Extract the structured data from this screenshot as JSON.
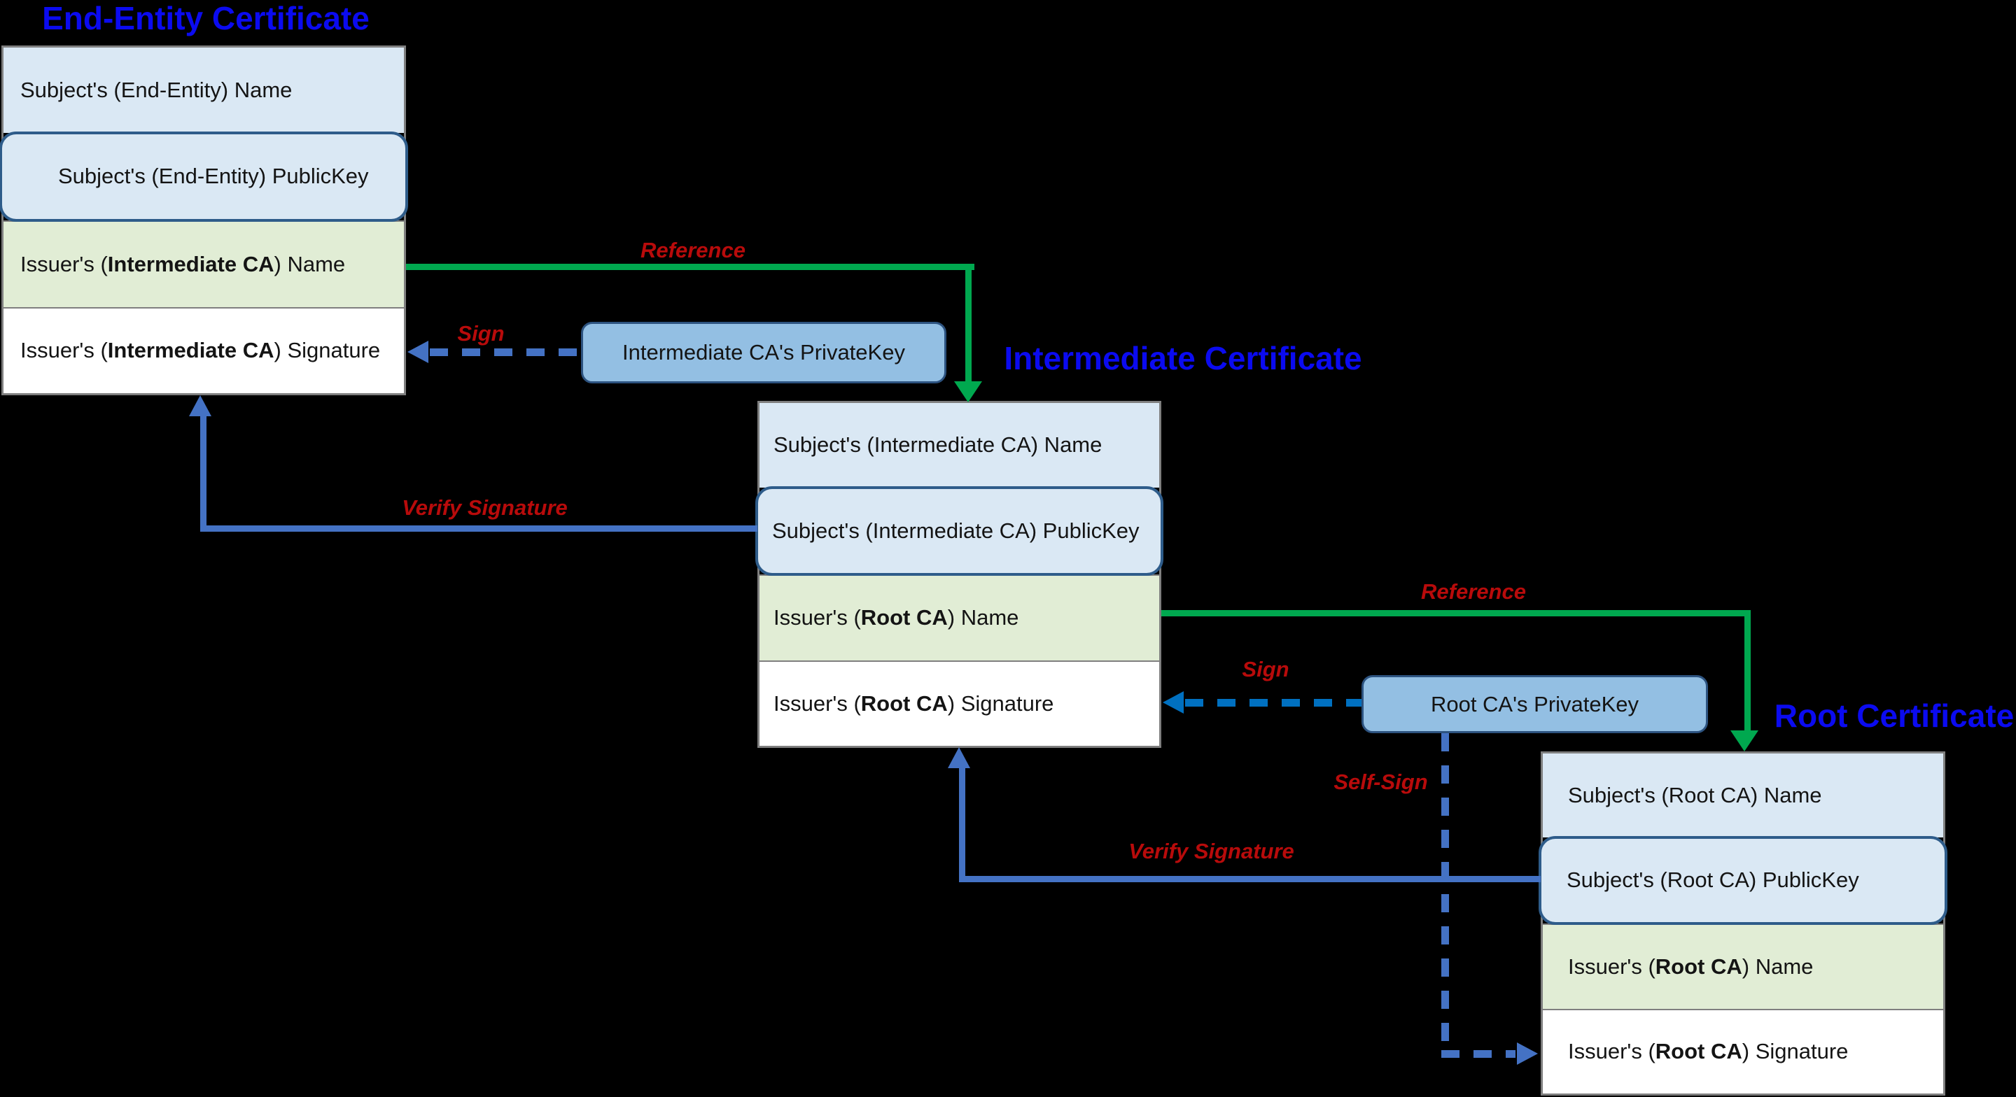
{
  "colors": {
    "background": "#000000",
    "title_blue": "#0b0bf0",
    "label_red": "#b80b0b",
    "arrow_green": "#00a84f",
    "arrow_blue": "#4472c4",
    "arrow_azure": "#0070c0",
    "row_blue": "#dae8f4",
    "row_green": "#e1edd5",
    "row_white": "#ffffff",
    "border_gray": "#7f7f7f",
    "pubkey_border": "#2e5c8a",
    "privatekey_fill": "#93bfe3",
    "privatekey_border": "#2d5380"
  },
  "titles": {
    "end_entity": "End-Entity Certificate",
    "intermediate": "Intermediate Certificate",
    "root": "Root Certificate"
  },
  "certificates": {
    "end_entity": {
      "rows": [
        {
          "pre": "Subject's (End-Entity) Name",
          "bold": "",
          "post": ""
        },
        {
          "pre": "Subject's (End-Entity) PublicKey",
          "bold": "",
          "post": ""
        },
        {
          "pre": "Issuer's (",
          "bold": "Intermediate CA",
          "post": ") Name"
        },
        {
          "pre": "Issuer's (",
          "bold": "Intermediate CA",
          "post": ") Signature"
        }
      ]
    },
    "intermediate": {
      "rows": [
        {
          "pre": "Subject's (Intermediate CA) Name",
          "bold": "",
          "post": ""
        },
        {
          "pre": "Subject's (Intermediate CA) PublicKey",
          "bold": "",
          "post": ""
        },
        {
          "pre": "Issuer's (",
          "bold": "Root CA",
          "post": ") Name"
        },
        {
          "pre": "Issuer's (",
          "bold": "Root CA",
          "post": ") Signature"
        }
      ]
    },
    "root": {
      "rows": [
        {
          "pre": "Subject's (Root CA) Name",
          "bold": "",
          "post": ""
        },
        {
          "pre": "Subject's (Root CA) PublicKey",
          "bold": "",
          "post": ""
        },
        {
          "pre": "Issuer's (",
          "bold": "Root CA",
          "post": ") Name"
        },
        {
          "pre": "Issuer's (",
          "bold": "Root CA",
          "post": ") Signature"
        }
      ]
    }
  },
  "private_keys": {
    "intermediate": "Intermediate CA's PrivateKey",
    "root": "Root CA's PrivateKey"
  },
  "labels": {
    "reference_1": "Reference",
    "sign_1": "Sign",
    "verify_1": "Verify Signature",
    "reference_2": "Reference",
    "sign_2": "Sign",
    "verify_2": "Verify Signature",
    "self_sign": "Self-Sign"
  }
}
